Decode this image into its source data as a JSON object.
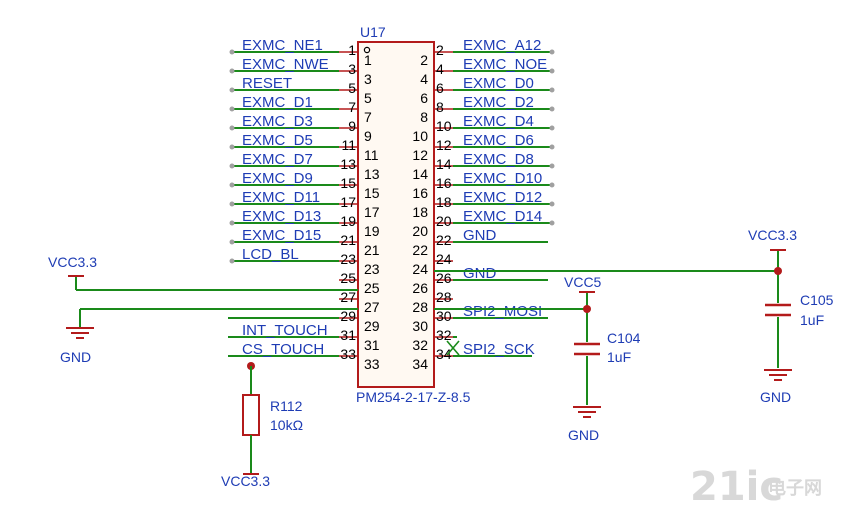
{
  "connector": {
    "designator": "U17",
    "part": "PM254-2-17-Z-8.5",
    "inside_left": [
      "1",
      "3",
      "5",
      "7",
      "9",
      "11",
      "13",
      "15",
      "17",
      "19",
      "21",
      "23",
      "25",
      "27",
      "29",
      "31",
      "33"
    ],
    "inside_right": [
      "2",
      "4",
      "6",
      "8",
      "10",
      "12",
      "14",
      "16",
      "18",
      "20",
      "22",
      "24",
      "26",
      "28",
      "30",
      "32",
      "34"
    ],
    "outside_left": [
      "1",
      "3",
      "5",
      "7",
      "9",
      "11",
      "13",
      "15",
      "17",
      "19",
      "21",
      "23",
      "25",
      "27",
      "29",
      "31",
      "33"
    ],
    "outside_right": [
      "2",
      "4",
      "6",
      "8",
      "10",
      "12",
      "14",
      "16",
      "18",
      "20",
      "22",
      "24",
      "26",
      "28",
      "30",
      "32",
      "34"
    ]
  },
  "left_nets": [
    "EXMC_NE1",
    "EXMC_NWE",
    "RESET",
    "EXMC_D1",
    "EXMC_D3",
    "EXMC_D5",
    "EXMC_D7",
    "EXMC_D9",
    "EXMC_D11",
    "EXMC_D13",
    "EXMC_D15",
    "LCD_BL",
    "",
    "",
    "",
    "INT_TOUCH",
    "CS_TOUCH"
  ],
  "right_nets": [
    "EXMC_A12",
    "EXMC_NOE",
    "EXMC_D0",
    "EXMC_D2",
    "EXMC_D4",
    "EXMC_D6",
    "EXMC_D8",
    "EXMC_D10",
    "EXMC_D12",
    "EXMC_D14",
    "GND",
    "",
    "GND",
    "",
    "SPI2_MOSI",
    "",
    "SPI2_SCK"
  ],
  "power": {
    "vcc33_left": "VCC3.3",
    "gnd_left": "GND",
    "vcc5": "VCC5",
    "vcc33_right": "VCC3.3",
    "gnd_c104": "GND",
    "gnd_c105": "GND",
    "vcc33_bottom": "VCC3.3"
  },
  "components": {
    "c104": {
      "ref": "C104",
      "value": "1uF"
    },
    "c105": {
      "ref": "C105",
      "value": "1uF"
    },
    "r112": {
      "ref": "R112",
      "value": "10kΩ"
    }
  },
  "watermark": {
    "brand": "21ic",
    "sub": "电子网"
  },
  "colors": {
    "wire": "#1a8a1a",
    "pin": "#b31b1b",
    "net_label": "#1e3cb4"
  }
}
